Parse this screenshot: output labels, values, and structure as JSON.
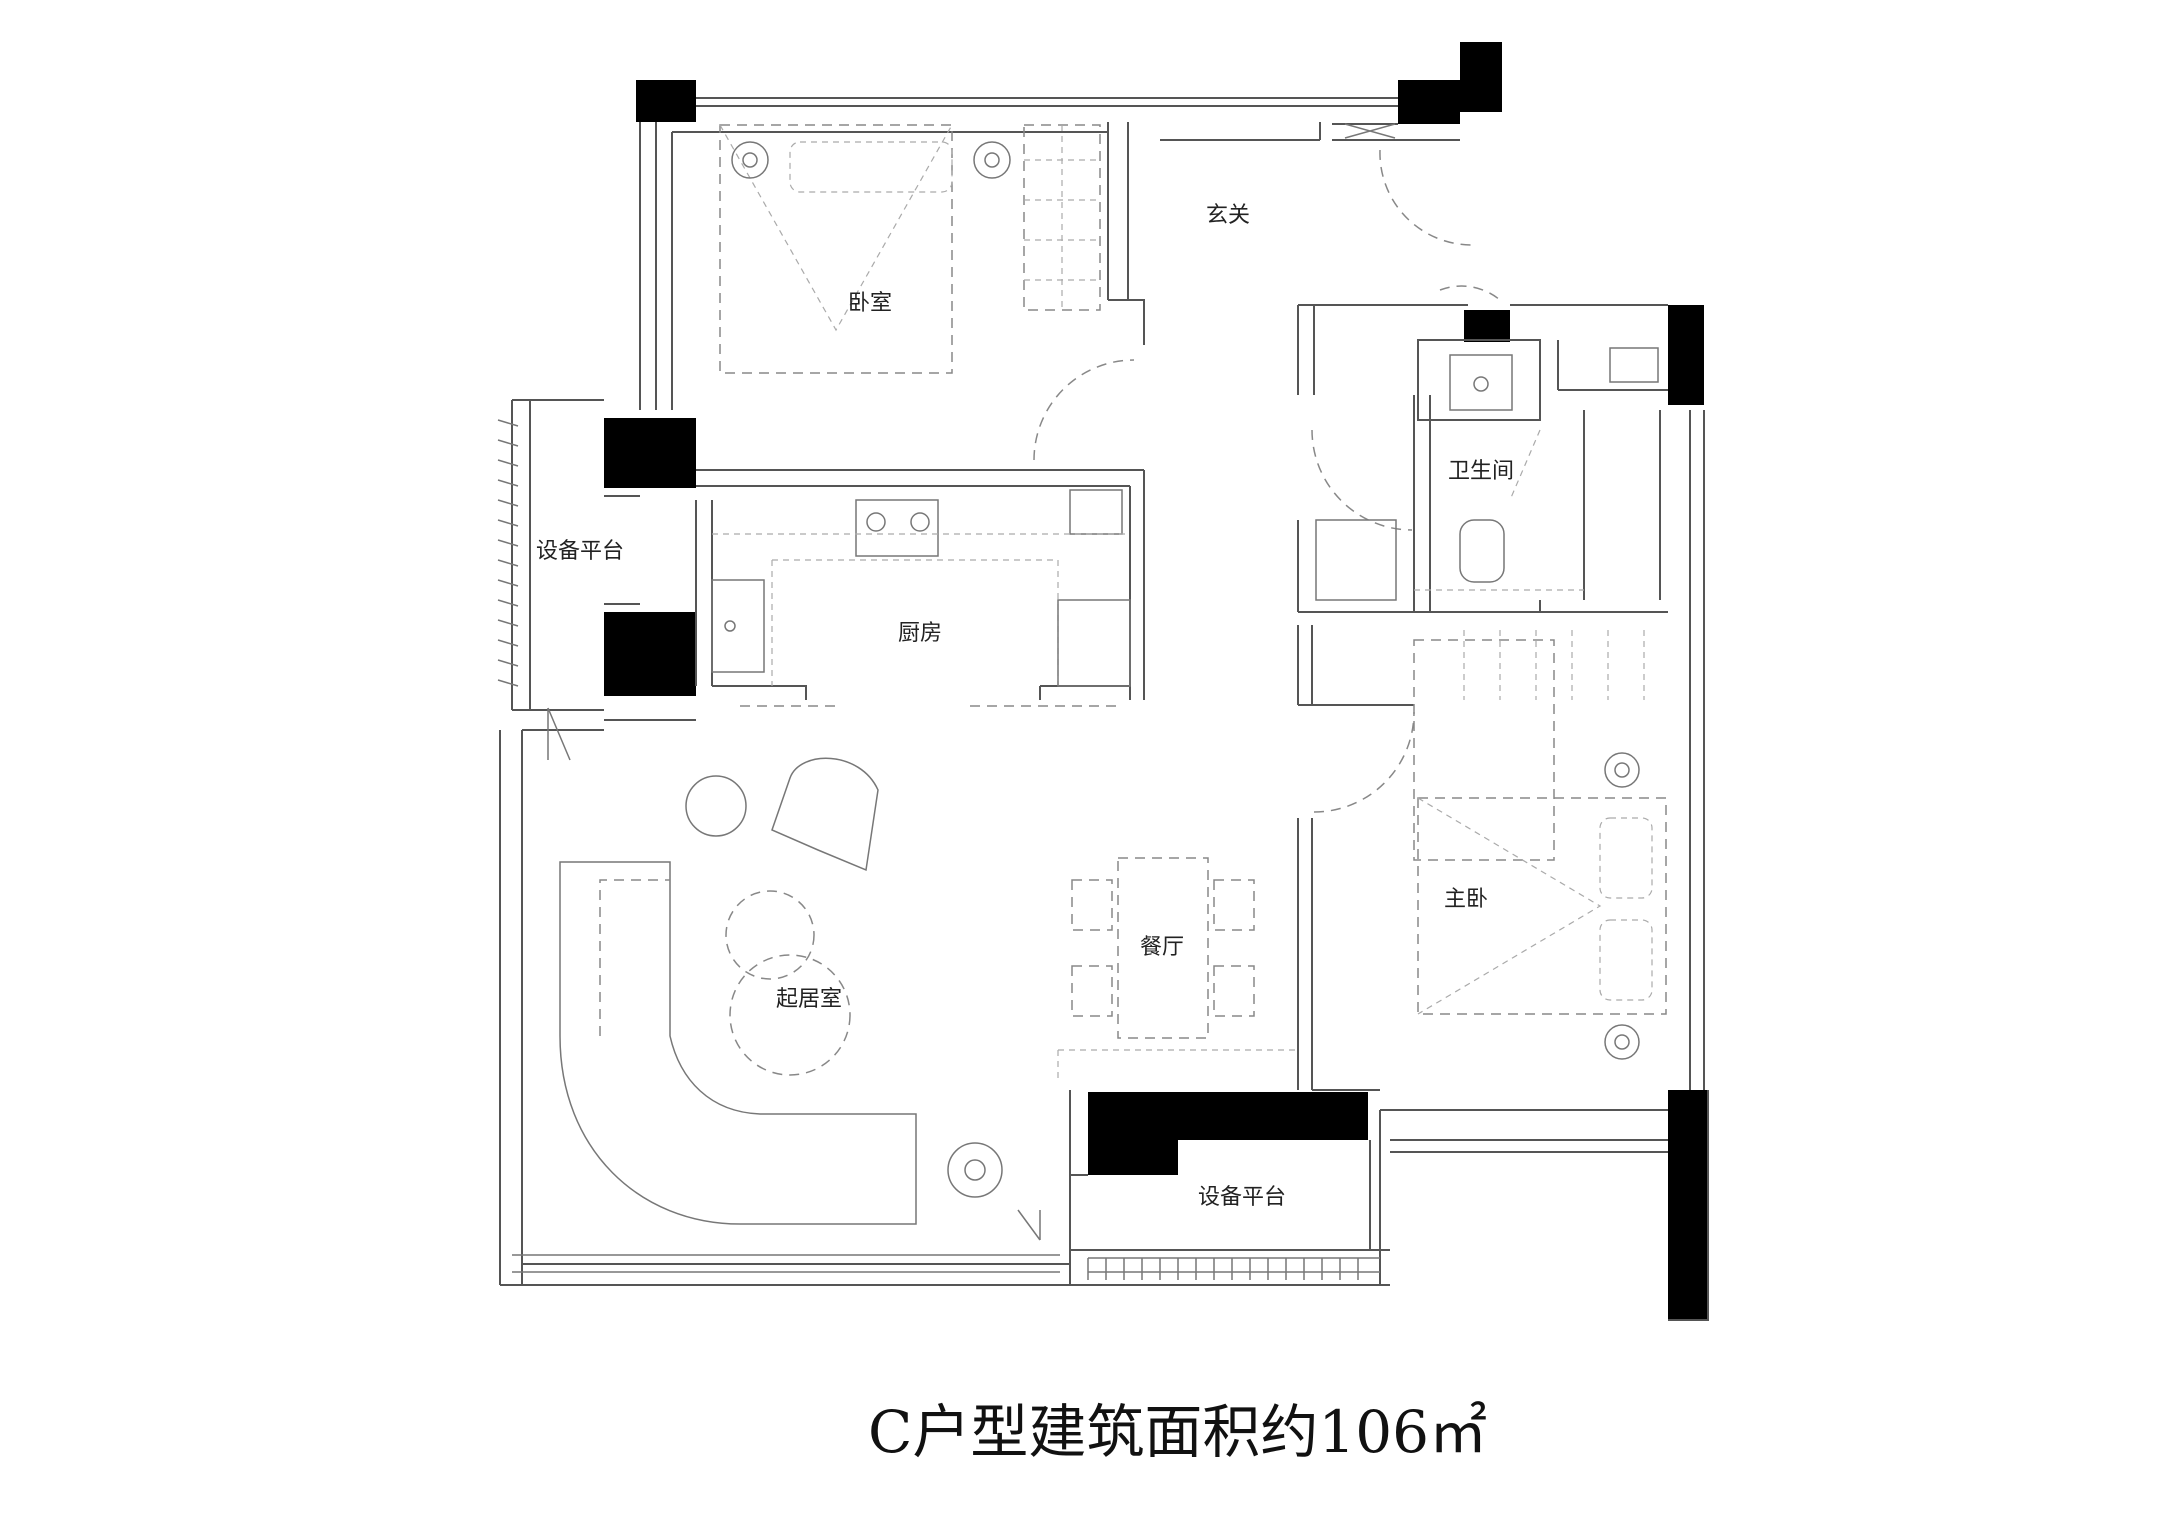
{
  "plan": {
    "caption": "C户型建筑面积约106㎡",
    "rooms": {
      "entrance": "玄关",
      "bedroom": "卧室",
      "bathroom": "卫生间",
      "kitchen": "厨房",
      "equipment_platform_left": "设备平台",
      "dining": "餐厅",
      "living": "起居室",
      "master_bedroom": "主卧",
      "equipment_platform_bottom": "设备平台"
    }
  }
}
